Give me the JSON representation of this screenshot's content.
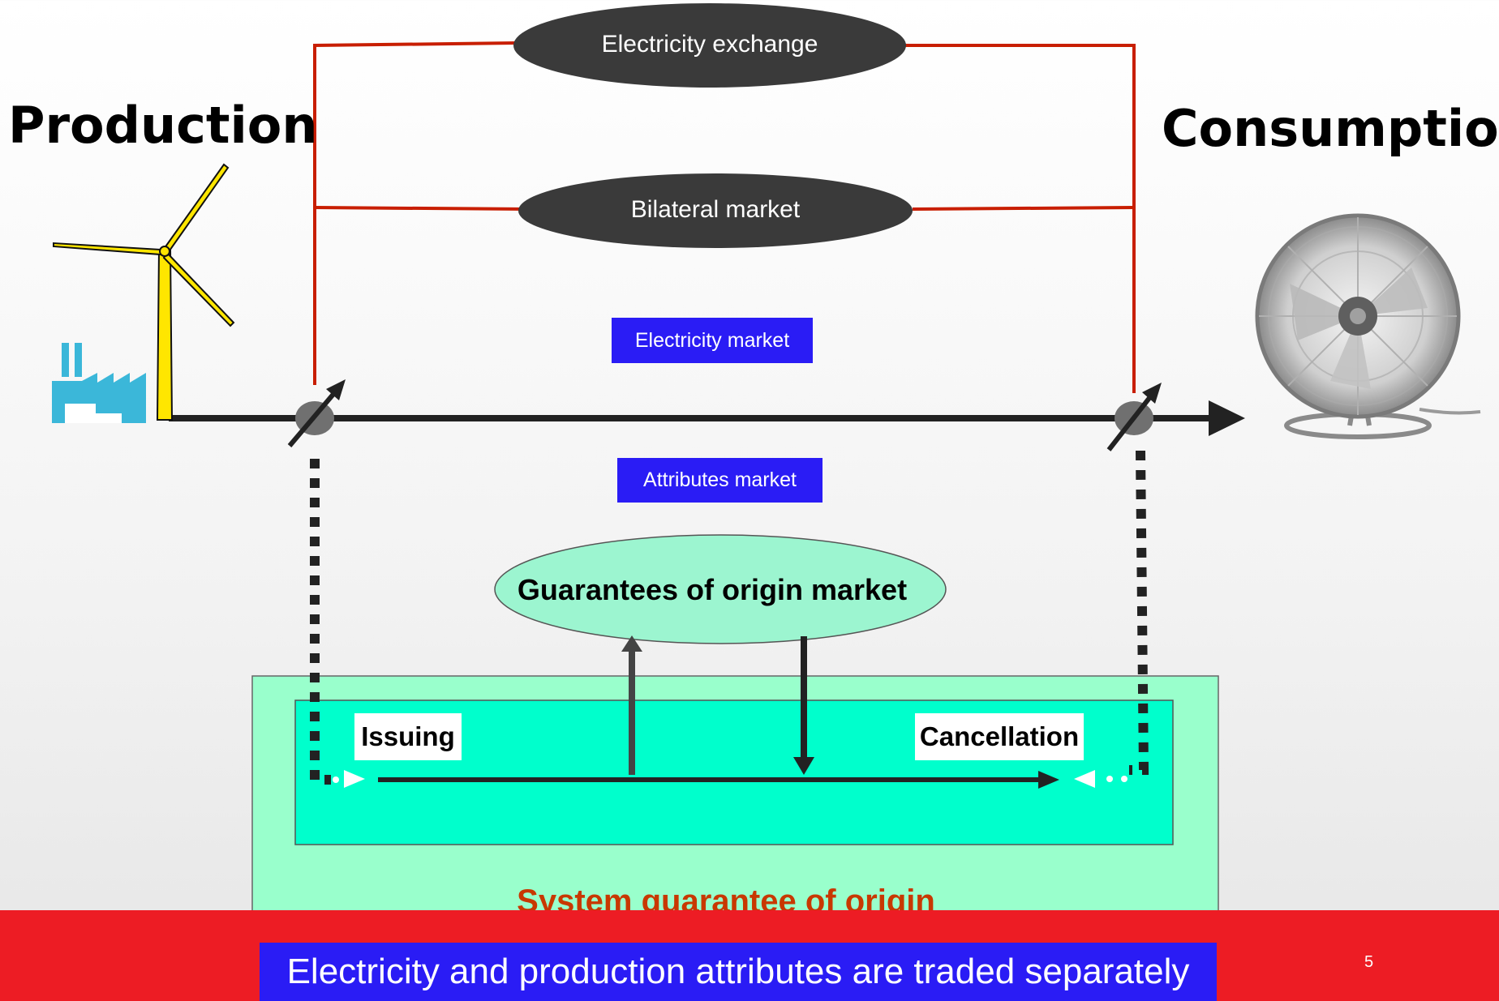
{
  "headings": {
    "production": "Production",
    "consumption": "Consumption"
  },
  "markets": {
    "electricity_exchange": "Electricity exchange",
    "bilateral_market": "Bilateral market",
    "electricity_market": "Electricity market",
    "attributes_market": "Attributes market",
    "guarantees_of_origin_market": "Guarantees of origin market"
  },
  "process": {
    "issuing": "Issuing",
    "cancellation": "Cancellation"
  },
  "system_label": "System guarantee of origin",
  "footer": {
    "caption": "Electricity and production attributes are traded separately",
    "page_number": "5"
  },
  "colors": {
    "red_line": "#c81e00",
    "dark_ellipse": "#3a3a3a",
    "blue_tag": "#2a1cf5",
    "gom_fill": "#9cf5d0",
    "system_box": "#99ffcc",
    "inner_box": "#00ffcc",
    "system_label": "#c83800",
    "footer_red": "#ed1c24"
  },
  "icons": [
    "wind-turbine-icon",
    "factory-icon",
    "fan-icon",
    "valve-icon"
  ]
}
